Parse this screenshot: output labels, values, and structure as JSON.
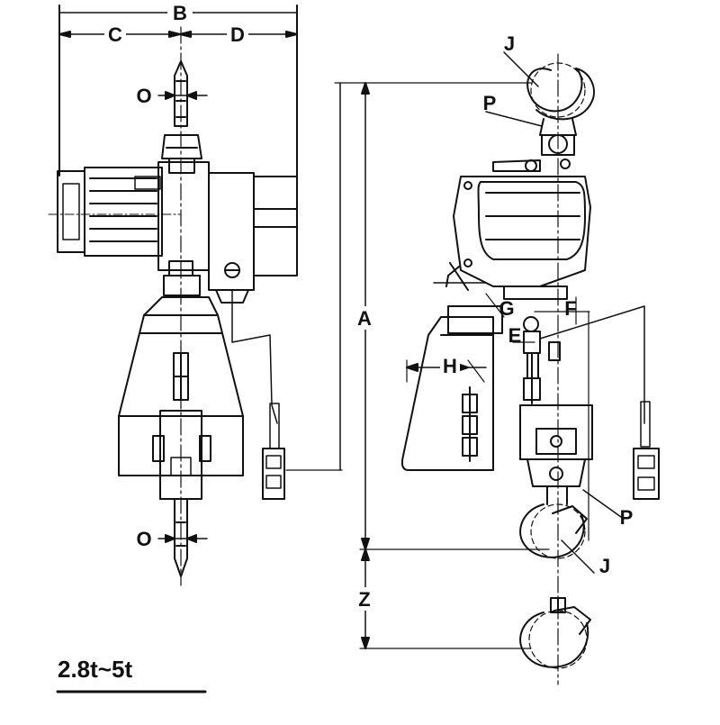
{
  "labels": {
    "B": "B",
    "C": "C",
    "D": "D",
    "O_top": "O",
    "O_bottom": "O",
    "A": "A",
    "Z": "Z",
    "J_top": "J",
    "P_top": "P",
    "G": "G",
    "F": "F",
    "E": "E",
    "H": "H",
    "P_bottom": "P",
    "J_bottom": "J"
  },
  "caption": "2.8t~5t",
  "colors": {
    "line": "#111111",
    "background": "#ffffff"
  }
}
